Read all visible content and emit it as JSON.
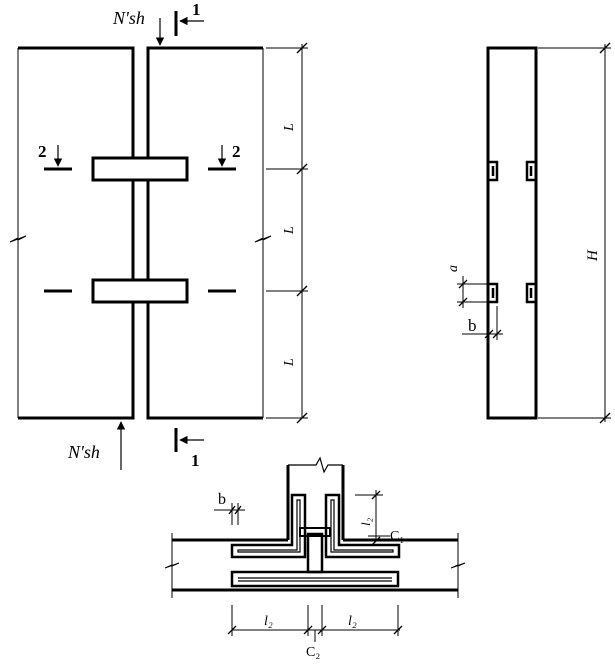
{
  "labels": {
    "force_top": "N'sh",
    "force_bottom": "N'sh",
    "section_1_top": "1",
    "section_1_bottom": "1",
    "section_2_left": "2",
    "section_2_right": "2",
    "dim_L_1": "L",
    "dim_L_2": "L",
    "dim_L_3": "L",
    "side_a": "a",
    "side_b": "b",
    "side_H": "H",
    "detail_b": "b",
    "detail_l2_vertical": "l₂",
    "detail_C1": "C₁",
    "detail_l2_left": "l₂",
    "detail_l2_right": "l₂",
    "detail_C2": "C₂"
  }
}
